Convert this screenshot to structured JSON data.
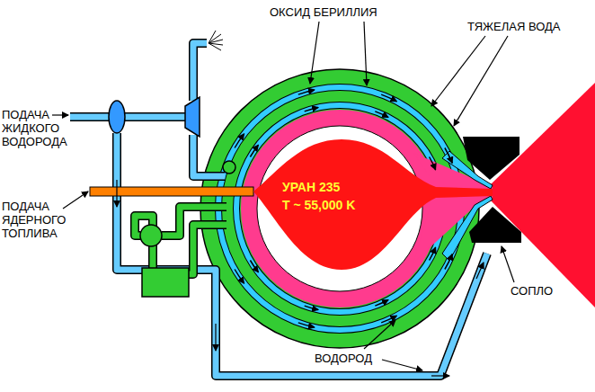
{
  "diagram": {
    "nodes": [
      {
        "text": [
          "УРАН 235",
          "T ~ 55,000 K"
        ]
      }
    ],
    "labels": [
      "ОКСИД БЕРИЛЛИЯ",
      "ТЯЖЕЛАЯ ВОДА",
      "ПОДАЧА ЖИДКОГО ВОДОРОДА",
      "ПОДАЧА ЯДЕРНОГО ТОПЛИВА",
      "СОПЛО",
      "ВОДОРОД"
    ]
  }
}
